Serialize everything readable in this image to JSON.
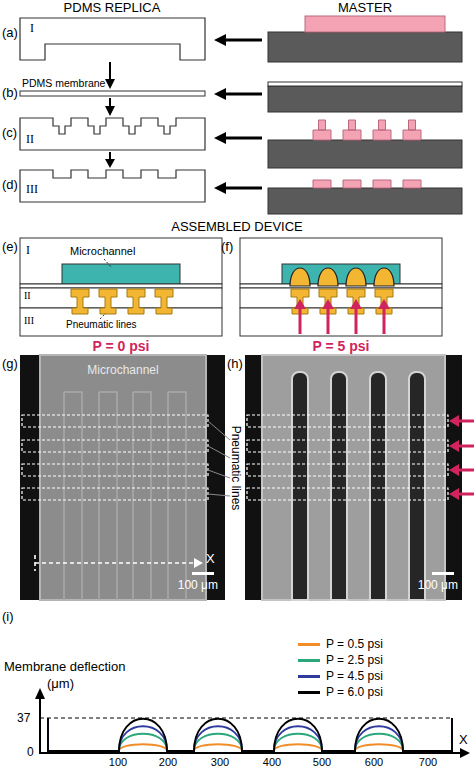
{
  "diagram": {
    "labels": [
      "PDMS REPLICA",
      "MASTER",
      "(a)",
      "I",
      "(b)",
      "PDMS membrane",
      "(c)",
      "II",
      "(d)",
      "III",
      "ASSEMBLED DEVICE",
      "(e)",
      "I",
      "Microchannel",
      "II",
      "III",
      "Pneumatic lines",
      "(f)",
      "P = 0 psi",
      "P = 5 psi",
      "(g)",
      "Microchannel",
      "X",
      "100 μm",
      "(h)",
      "Pneumatic lines",
      "100 μm",
      "(i)",
      "Membrane deflection",
      "(μm)",
      "37",
      "0",
      "100",
      "200",
      "300",
      "400",
      "500",
      "600",
      "700",
      "X"
    ],
    "legend": [
      {
        "text": "P = 0.5 psi",
        "color": "#f28c28"
      },
      {
        "text": "P = 2.5 psi",
        "color": "#2aa87a"
      },
      {
        "text": "P = 4.5 psi",
        "color": "#2e3a9e"
      },
      {
        "text": "P = 6.0 psi",
        "color": "#000000"
      }
    ]
  }
}
